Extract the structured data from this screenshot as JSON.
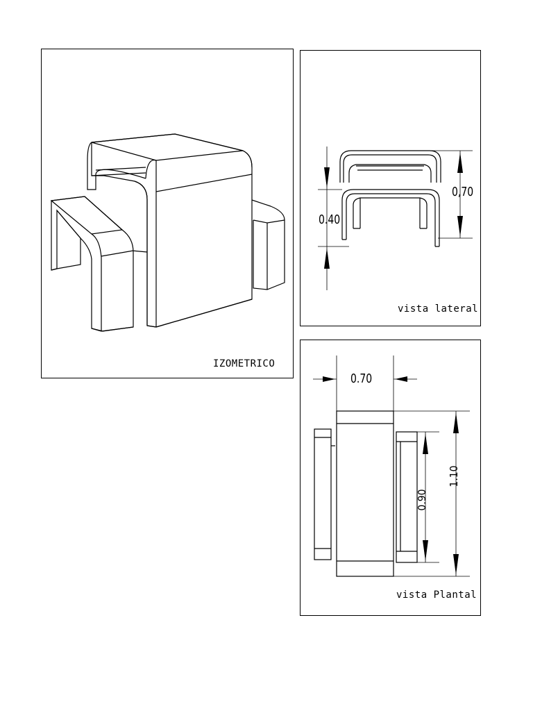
{
  "isometric": {
    "label": "IZOMETRICO"
  },
  "side_view": {
    "label": "vista lateral",
    "dimensions": {
      "total_height": "0,70",
      "bench_height": "0.40"
    }
  },
  "plan_view": {
    "label": "vista Plantal",
    "dimensions": {
      "table_width": "0.70",
      "table_length": "1.10",
      "bench_length": "0.90"
    }
  }
}
